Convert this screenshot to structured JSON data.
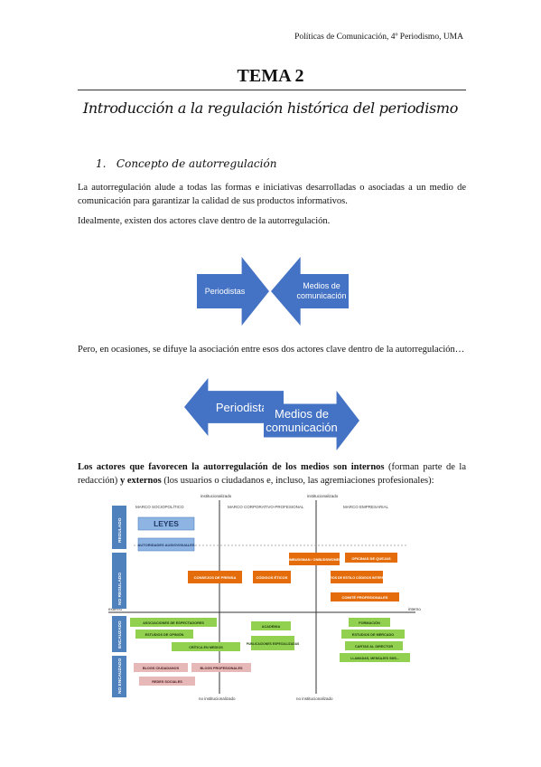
{
  "header": {
    "note": "Políticas de Comunicación, 4º Periodismo, UMA"
  },
  "title": "TEMA 2",
  "subtitle": "Introducción a la regulación histórica del periodismo",
  "section": {
    "number": "1.",
    "title": "Concepto de autorregulación"
  },
  "paragraphs": {
    "p1": "La autorregulación alude a todas las formas e iniciativas desarrolladas o asociadas a un medio de comunicación para garantizar la calidad de sus productos informativos.",
    "p2": "Idealmente, existen dos actores clave dentro de la autorregulación.",
    "p3": "Pero, en ocasiones, se difuye la asociación entre esos dos actores clave dentro de la autorregulación…",
    "p4_bold1": "Los actores que favorecen la autorregulación de los medios son internos",
    "p4_text1": " (forman parte de la redacción) ",
    "p4_bold2": "y externos",
    "p4_text2": " (los usuarios o ciudadanos e, incluso, las agremiaciones profesionales):"
  },
  "arrows": {
    "periodistas": "Periodistas",
    "medios": "Medios de comunicación"
  },
  "diagram": {
    "axis_top_left": "institucionalizado",
    "axis_top_right": "institucionalizado",
    "axis_bottom_left": "no institucionalizado",
    "axis_bottom_right": "no institucionalizado",
    "axis_left": "externo",
    "axis_right": "interno",
    "frames": [
      "MARCO SOCIOPOLÍTICO",
      "MARCO CORPORATIVO-PROFESIONAL",
      "MARCO EMPRESARIAL"
    ],
    "rows": [
      "REGULADO",
      "NO REGULADO",
      "ENCAUZADO",
      "NO ENCAUZADO"
    ],
    "boxes": {
      "leyes": "LEYES",
      "autoridades": "AUTORIDADES AUDIOVISUALES",
      "ombudsman": "OMBUDSMAN / ONBUDSWOMEN",
      "oficinas": "OFICINAS DE QUEJAS",
      "consejos": "CONSEJOS DE PRENSA",
      "codigos": "CÓDIGOS ÉTICOS",
      "libros": "LIBROS DE ESTILO CÓDIGOS INTERNOS",
      "comite": "COMITÉ PROFESIONALES",
      "asociaciones": "ASOCIACIONES DE ESPECTADORES",
      "estudios": "ESTUDIOS DE OPINIÓN",
      "critica": "CRÍTICA EN MEDIOS",
      "academia": "ACADEMIA",
      "publicaciones": "PUBLICACIONES ESPECIALIZADAS",
      "formacion": "FORMACIÓN",
      "mercado": "ESTUDIOS DE MERCADO",
      "cartas": "CARTAS AL DIRECTOR",
      "llamadas": "LLAMADAS, MENSAJES SMS...",
      "blogs_c": "BLOGS CIUDADANOS",
      "blogs_p": "BLOGS PROFESIONALES",
      "redes": "REDES SOCIALES"
    },
    "colors": {
      "blue": "#8eb4e3",
      "orange": "#e46c0a",
      "green": "#92d050",
      "pink": "#e6b9b8",
      "rowlabel": "#4f81bd"
    }
  }
}
